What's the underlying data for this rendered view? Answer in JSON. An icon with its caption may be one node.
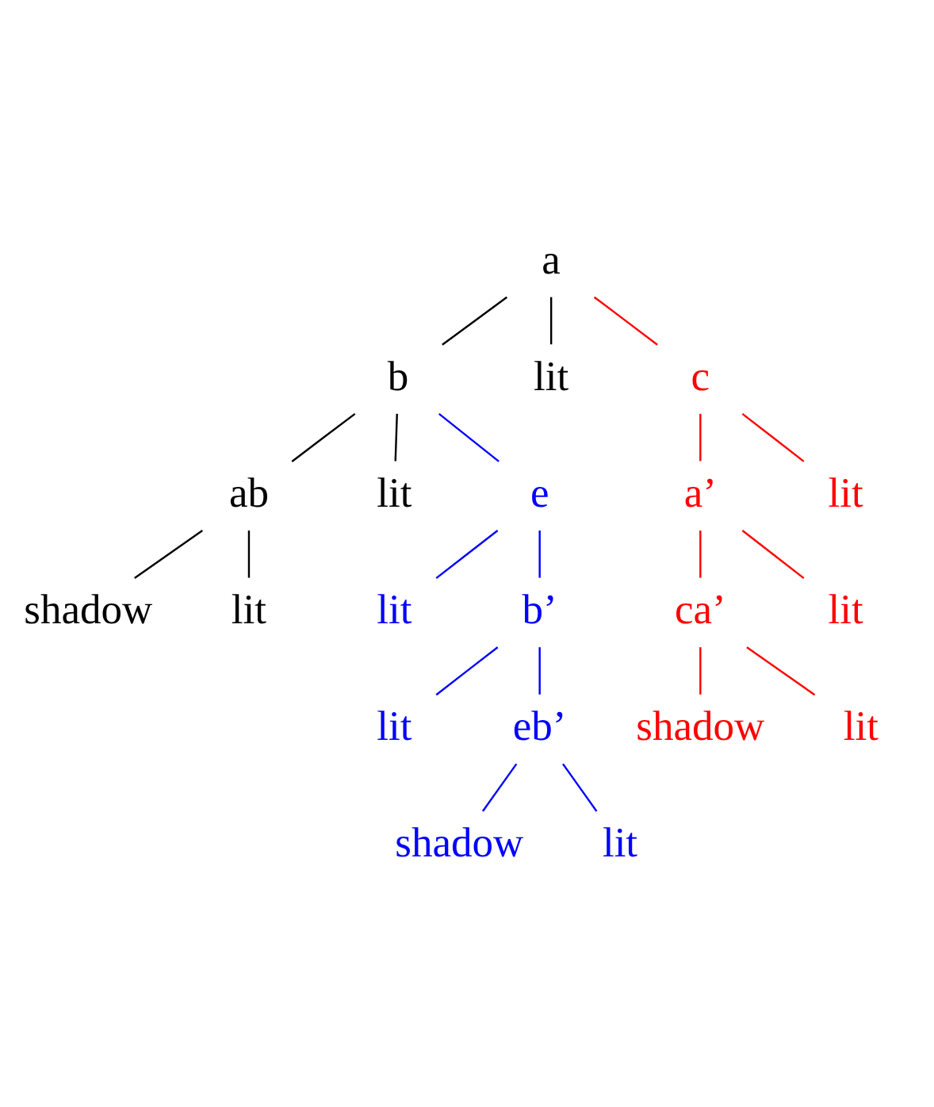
{
  "diagram": {
    "nodes": [
      {
        "text": [
          "a"
        ]
      },
      {
        "text": [
          "b"
        ]
      },
      {
        "text": [
          "lit"
        ]
      },
      {
        "text": [
          "ab"
        ]
      },
      {
        "text": [
          "lit"
        ]
      },
      {
        "text": [
          "c"
        ]
      },
      {
        "text": [
          "e"
        ]
      },
      {
        "text": [
          "shadow"
        ]
      },
      {
        "text": [
          "lit"
        ]
      },
      {
        "text": [
          "lit"
        ]
      },
      {
        "text": [
          "a’"
        ]
      },
      {
        "text": [
          "lit"
        ]
      },
      {
        "text": [
          "b’"
        ]
      },
      {
        "text": [
          "lit"
        ]
      },
      {
        "text": [
          "ca’"
        ]
      },
      {
        "text": [
          "lit"
        ]
      },
      {
        "text": [
          "eb’"
        ]
      },
      {
        "text": [
          "shadow"
        ]
      },
      {
        "text": [
          "lit"
        ]
      },
      {
        "text": [
          "shadow"
        ]
      },
      {
        "text": [
          "lit"
        ]
      }
    ],
    "edges": [
      {
        "from": 0,
        "to": 1,
        "arrow": "none",
        "color": "#000000"
      },
      {
        "from": 0,
        "to": 2,
        "arrow": "none",
        "color": "#000000"
      },
      {
        "from": 0,
        "to": 5,
        "arrow": "none",
        "color": "#ff0000"
      },
      {
        "from": 1,
        "to": 3,
        "arrow": "none",
        "color": "#000000"
      },
      {
        "from": 1,
        "to": 4,
        "arrow": "none",
        "color": "#000000"
      },
      {
        "from": 1,
        "to": 6,
        "arrow": "none",
        "color": "#0000ff"
      },
      {
        "from": 3,
        "to": 7,
        "arrow": "none",
        "color": "#000000"
      },
      {
        "from": 3,
        "to": 8,
        "arrow": "none",
        "color": "#000000"
      },
      {
        "from": 6,
        "to": 12,
        "arrow": "none",
        "color": "#0000ff"
      },
      {
        "from": 6,
        "to": 9,
        "arrow": "none",
        "color": "#0000ff"
      },
      {
        "from": 5,
        "to": 10,
        "arrow": "none",
        "color": "#ff0000"
      },
      {
        "from": 5,
        "to": 11,
        "arrow": "none",
        "color": "#ff0000"
      },
      {
        "from": 12,
        "to": 16,
        "arrow": "none",
        "color": "#0000ff"
      },
      {
        "from": 12,
        "to": 13,
        "arrow": "none",
        "color": "#0000ff"
      },
      {
        "from": 10,
        "to": 14,
        "arrow": "none",
        "color": "#ff0000"
      },
      {
        "from": 10,
        "to": 15,
        "arrow": "none",
        "color": "#ff0000"
      },
      {
        "from": 16,
        "to": 17,
        "arrow": "none",
        "color": "#0000ff"
      },
      {
        "from": 16,
        "to": 18,
        "arrow": "none",
        "color": "#0000ff"
      },
      {
        "from": 14,
        "to": 19,
        "arrow": "none",
        "color": "#ff0000"
      },
      {
        "from": 14,
        "to": 20,
        "arrow": "none",
        "color": "#ff0000"
      }
    ]
  }
}
